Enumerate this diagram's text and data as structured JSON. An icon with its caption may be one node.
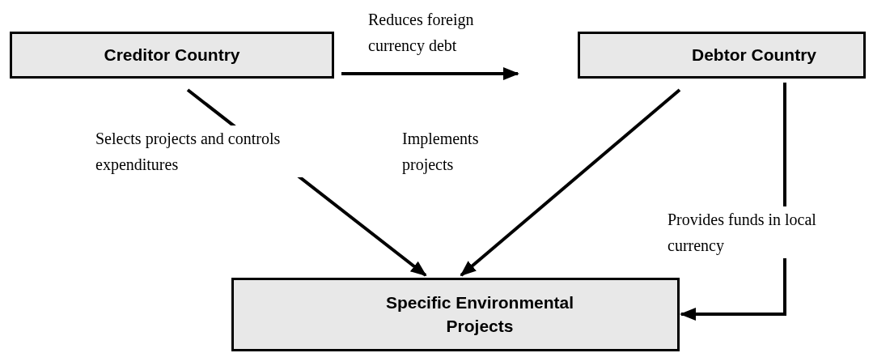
{
  "diagram": {
    "nodes": [
      {
        "text": [
          "Creditor Country"
        ]
      },
      {
        "text": [
          "Debtor Country"
        ]
      },
      {
        "text": [
          "Specific Environmental Projects"
        ]
      }
    ],
    "edges": [
      {
        "from": 0,
        "to": 1,
        "arrow": "to",
        "label": "Reduces foreign currency debt"
      },
      {
        "from": 0,
        "to": 2,
        "arrow": "to",
        "label": "Selects projects and controls expenditures"
      },
      {
        "from": 1,
        "to": 2,
        "arrow": "to",
        "label": "Implements projects"
      },
      {
        "from": 1,
        "to": 2,
        "arrow": "to",
        "label": "Provides funds in local currency"
      }
    ]
  }
}
